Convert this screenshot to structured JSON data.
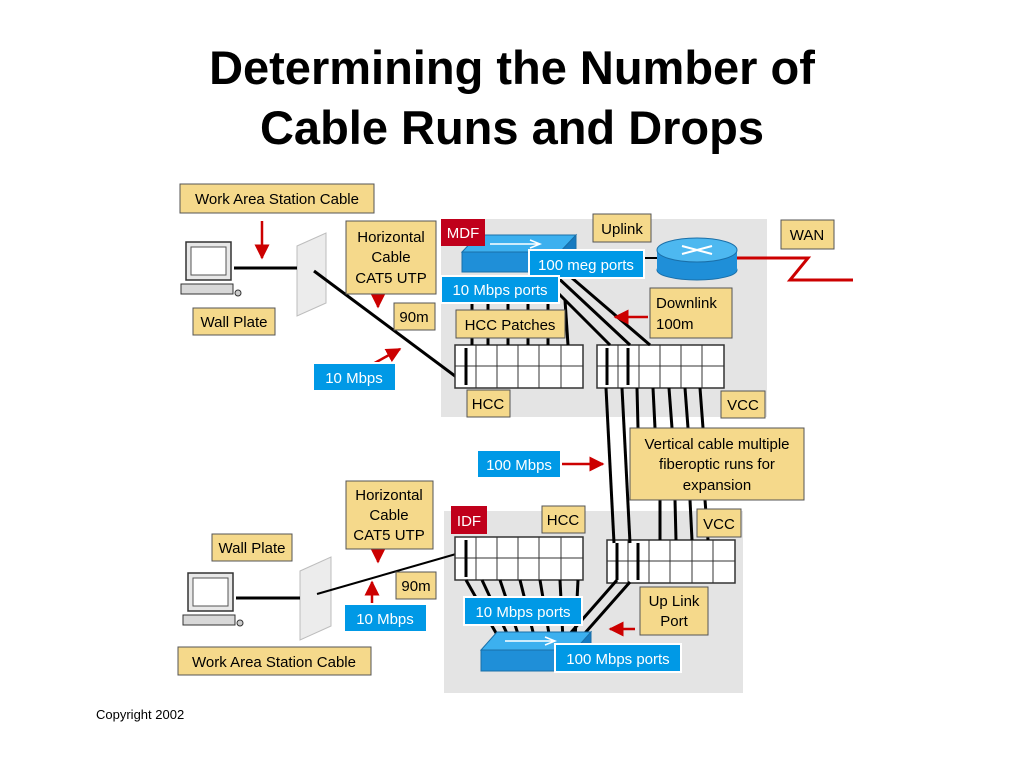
{
  "title_line1": "Determining the Number of",
  "title_line2": "Cable Runs and Drops",
  "copyright": "Copyright 2002",
  "colors": {
    "label_fill": "#f5d98b",
    "blue_label_fill": "#0099e6",
    "red_tag_fill": "#c0001b",
    "arrow_red": "#cc0000",
    "panel_gray": "#e4e4e4"
  },
  "labels": {
    "work_area_top": "Work Area Station Cable",
    "wall_plate_top": "Wall Plate",
    "horizontal_cable_top": [
      "Horizontal",
      "Cable",
      "CAT5 UTP"
    ],
    "dist_90m_top": "90m",
    "speed_10mbps_top": "10 Mbps",
    "mdf": "MDF",
    "uplink": "Uplink",
    "ports_100meg": "100 meg ports",
    "wan": "WAN",
    "ports_10mbps_top": "10 Mbps ports",
    "hcc_patches": "HCC Patches",
    "downlink": [
      "Downlink",
      "100m"
    ],
    "hcc_top": "HCC",
    "vcc_top": "VCC",
    "speed_100mbps": "100 Mbps",
    "vertical_cable": [
      "Vertical cable multiple",
      "fiberoptic runs for",
      "expansion"
    ],
    "horizontal_cable_bottom": [
      "Horizontal",
      "Cable",
      "CAT5 UTP"
    ],
    "idf": "IDF",
    "hcc_bottom": "HCC",
    "vcc_bottom": "VCC",
    "wall_plate_bottom": "Wall Plate",
    "dist_90m_bottom": "90m",
    "speed_10mbps_bottom": "10 Mbps",
    "ports_10mbps_bottom": "10 Mbps ports",
    "uplink_port": [
      "Up Link",
      "Port"
    ],
    "ports_100mbps_bottom": "100 Mbps ports",
    "work_area_bottom": "Work Area Station Cable"
  }
}
